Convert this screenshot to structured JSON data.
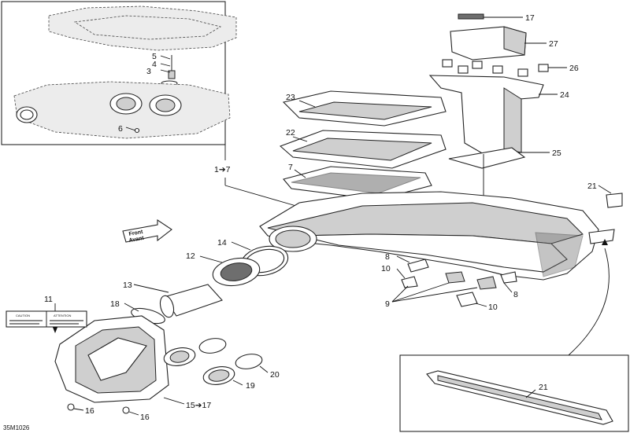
{
  "diagram": {
    "code": "35M1026",
    "front_arrow": {
      "line1": "Front",
      "line2": "Avant"
    },
    "label_box": {
      "left_heading": "CAUTION",
      "right_heading": "ATTENTION"
    },
    "callouts": [
      {
        "id": "c17",
        "text": "17"
      },
      {
        "id": "c27",
        "text": "27"
      },
      {
        "id": "c26",
        "text": "26"
      },
      {
        "id": "c24",
        "text": "24"
      },
      {
        "id": "c23",
        "text": "23"
      },
      {
        "id": "c22",
        "text": "22"
      },
      {
        "id": "c25",
        "text": "25"
      },
      {
        "id": "c7",
        "text": "7"
      },
      {
        "id": "c21a",
        "text": "21"
      },
      {
        "id": "c1to7",
        "text": "1➔7"
      },
      {
        "id": "c5",
        "text": "5"
      },
      {
        "id": "c4",
        "text": "4"
      },
      {
        "id": "c3",
        "text": "3"
      },
      {
        "id": "c6",
        "text": "6"
      },
      {
        "id": "c14",
        "text": "14"
      },
      {
        "id": "c12",
        "text": "12"
      },
      {
        "id": "c13",
        "text": "13"
      },
      {
        "id": "c18",
        "text": "18"
      },
      {
        "id": "c11",
        "text": "11"
      },
      {
        "id": "c8a",
        "text": "8"
      },
      {
        "id": "c10a",
        "text": "10"
      },
      {
        "id": "c9",
        "text": "9"
      },
      {
        "id": "c8b",
        "text": "8"
      },
      {
        "id": "c10b",
        "text": "10"
      },
      {
        "id": "c20",
        "text": "20"
      },
      {
        "id": "c19",
        "text": "19"
      },
      {
        "id": "c16a",
        "text": "16"
      },
      {
        "id": "c16b",
        "text": "16"
      },
      {
        "id": "c15to17",
        "text": "15➔17"
      },
      {
        "id": "c21b",
        "text": "21"
      }
    ]
  }
}
